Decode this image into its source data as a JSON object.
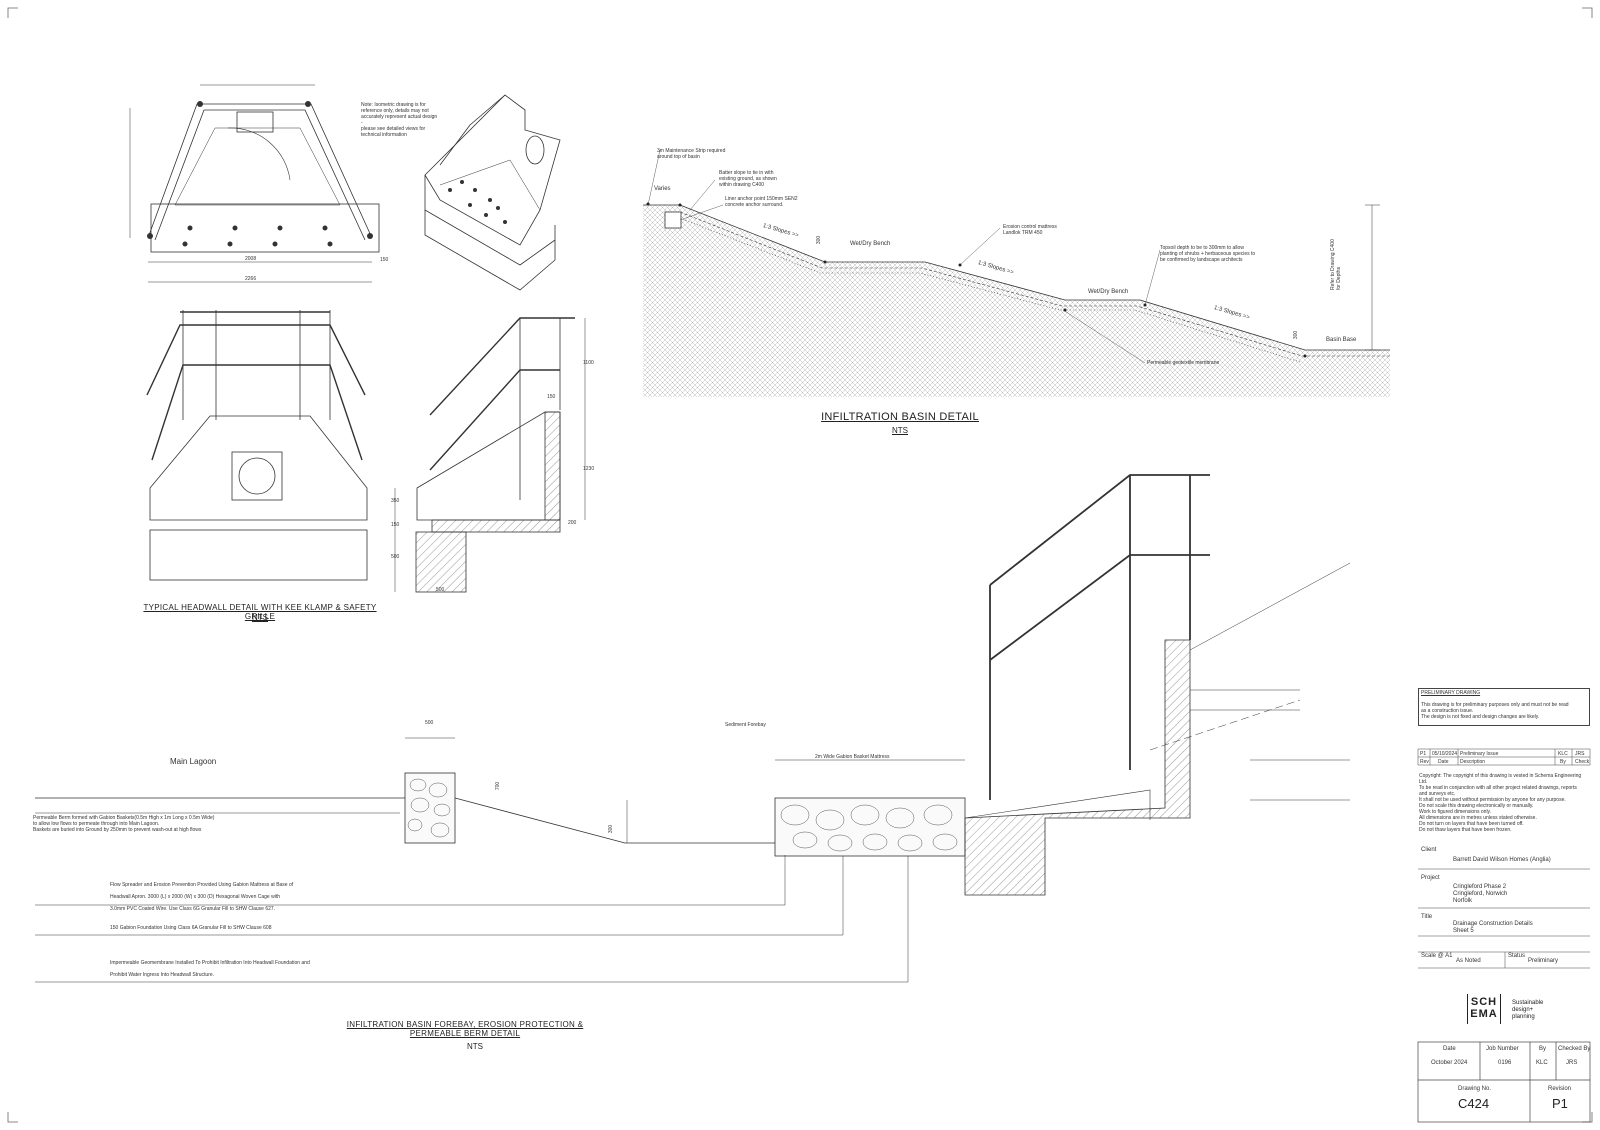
{
  "headwall": {
    "title": "TYPICAL HEADWALL DETAIL WITH KEE KLAMP & SAFETY GRILLE",
    "scale": "NTS",
    "note": "Note: Isometric drawing is for\nreference only, details may not\naccurately represent actual design\n-\nplease see detailed views for\ntechnical information",
    "dims": {
      "d2008": "2008",
      "d2266": "2266",
      "d150a": "150",
      "d1100": "1100",
      "d150b": "150",
      "d1230": "1230",
      "d350": "350",
      "d150c": "150",
      "d200": "200",
      "d500a": "500",
      "d500b": "500"
    }
  },
  "basin": {
    "title": "INFILTRATION BASIN DETAIL",
    "scale": "NTS",
    "labels": {
      "strip": "3m Maintenance Strip required\naround top of basin",
      "varies": "Varies",
      "batter": "Batter slope to tie in with\nexisting ground, as shown\nwithin drawing C400",
      "liner": "Liner anchor point 150mm SEN2\nconcrete anchor surround.",
      "erosion": "Erosion control mattress\nLandlok TRM 450",
      "topsoil": "Topsoil depth to be to 300mm to allow\nplanting of shrubs + herbaceous species to\nbe confirmed by landscape architects",
      "slope1": "1:3 Slopes >>",
      "slope2": "1:3 Slopes >>",
      "slope3": "1:3 Slopes >>",
      "bench1": "Wet/Dry Bench",
      "bench2": "Wet/Dry Bench",
      "d300a": "300",
      "d300b": "300",
      "base": "Basin Base",
      "geotextile": "Permeable geotextile membrane",
      "refer": "Refer to Drawing C400\nfor Depths"
    }
  },
  "forebay": {
    "title": "INFILTRATION BASIN FOREBAY, EROSION PROTECTION & PERMEABLE BERM DETAIL",
    "scale": "NTS",
    "labels": {
      "lagoon": "Main Lagoon",
      "sediment": "Sediment Forebay",
      "mattress": "2m Wide Gabion Basket Mattress",
      "d500": "500",
      "d700": "700",
      "d300": "300",
      "berm": "Permeable Berm formed with Gabion Baskets(0.5m High x 1m Long x 0.5m Wide)\nto allow low flows to permeate through into Main Lagoon.\nBaskets are buried into Ground by 250mm to prevent wash-out at high flows",
      "spreader1": "Flow Spreader and Erosion Prevention Provided Using Gabion Mattress at Base of",
      "spreader2": "Headwall Apron. 3000 (L) x 2000 (W) x 300 (D) Hexagonal Woven Cage with",
      "spreader3": "3.0mm PVC Coated Wire. Use Class 6G Granular Fill to SHW Clause 627.",
      "foundation": "150 Gabion Foundation Using Class 6A Granular Fill to SHW Clause 608",
      "membrane1": "Impermeable Geomembrane Installed To Prohibit Infiltration Into Headwall Foundation and",
      "membrane2": "Prohibit Water Ingress Into Headwall Structure."
    }
  },
  "titleblock": {
    "prelim_head": "PRELIMINARY DRAWING",
    "prelim_text": "This drawing is for preliminary purposes only and must not be read\nas a construction issue.\nThe design is not fixed and design changes are likely.",
    "revision_row": {
      "rev": "P1",
      "date": "05/10/2024",
      "desc": "Preliminary Issue",
      "by": "KLC",
      "check": "JRS"
    },
    "revision_head": {
      "rev": "Rev",
      "date": "Date",
      "desc": "Description",
      "by": "By",
      "check": "Check"
    },
    "copyright": "Copyright: The copyright of this drawing is vested in Schema Engineering\nLtd.\nTo be read in conjunction with all other project related drawings, reports\nand surveys etc.\nIt shall not be used without permission by anyone for any purpose.\nDo not scale this drawing electronically or manually.\nWork to figured dimensions only.\nAll dimensions are in metres unless stated otherwise.\nDo not turn on layers that have been turned off.\nDo not thaw layers that have been frozen.",
    "client_label": "Client",
    "client": "Barrett David Wilson Homes (Anglia)",
    "project_label": "Project",
    "project": "Cringleford Phase 2\nCringleford, Norwich\nNorfolk",
    "title_label": "Title",
    "title": "Drainage Construction Details\nSheet 5",
    "scale_label": "Scale @ A1",
    "scale": "As Noted",
    "status_label": "Status",
    "status": "Preliminary",
    "logo": "SCH\nEMA",
    "logo_tag": "Sustainable\ndesign+\nplanning",
    "date_label": "Date",
    "date": "October 2024",
    "job_label": "Job Number",
    "job": "0196",
    "by_label": "By",
    "by": "KLC",
    "checked_label": "Checked By",
    "checked": "JRS",
    "drawing_label": "Drawing No.",
    "drawing": "C424",
    "revision_label": "Revision",
    "revision": "P1"
  }
}
